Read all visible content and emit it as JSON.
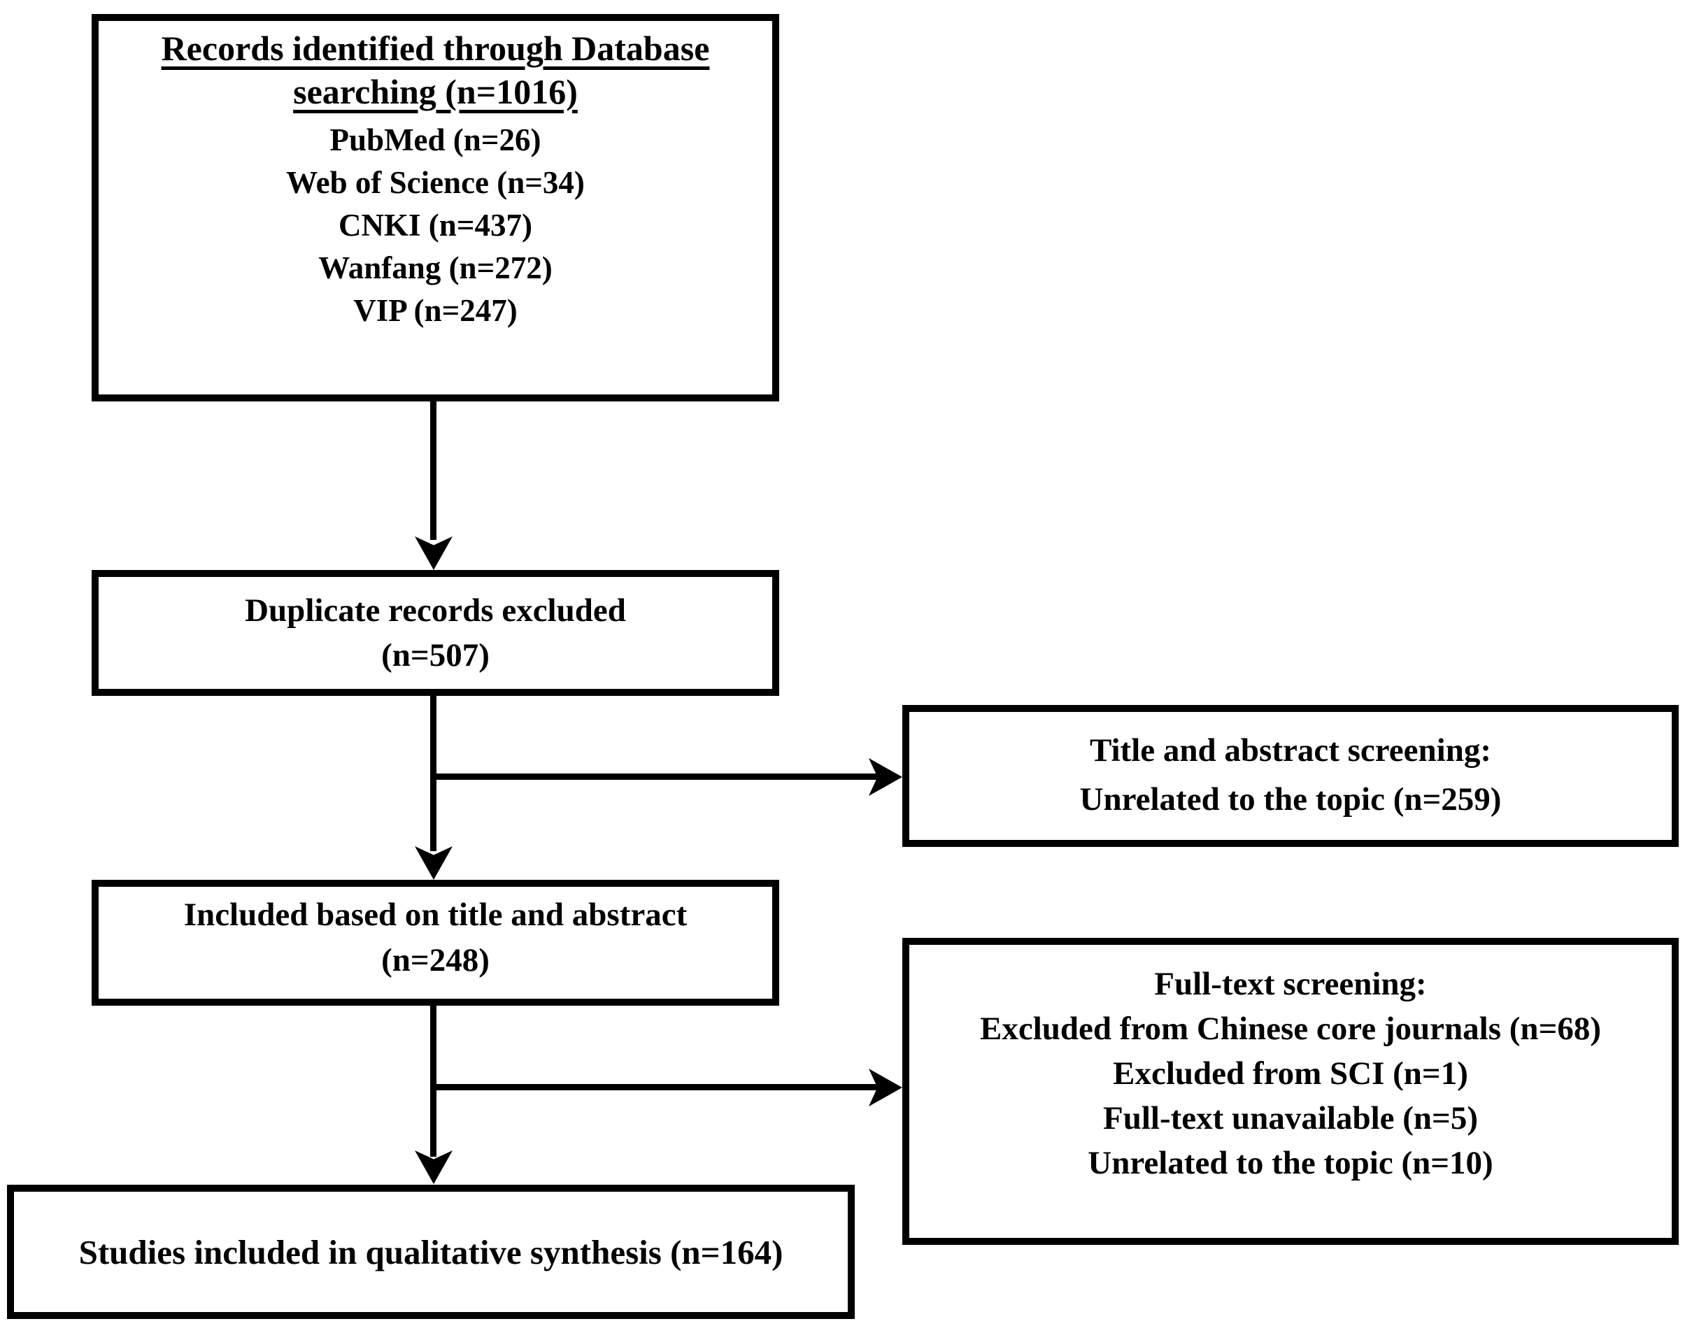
{
  "boxes": {
    "identification": {
      "title_lines": [
        "Records identified through Database",
        "searching (n=1016)"
      ],
      "items": [
        "PubMed (n=26)",
        "Web of Science (n=34)",
        "CNKI (n=437)",
        "Wanfang (n=272)",
        "VIP (n=247)"
      ]
    },
    "duplicates_excluded": {
      "lines": [
        "Duplicate records excluded",
        "(n=507)"
      ]
    },
    "title_abstract_screening": {
      "lines": [
        "Title and abstract screening:",
        "Unrelated to the topic (n=259)"
      ]
    },
    "included_title_abstract": {
      "lines": [
        "Included based on title and abstract",
        "(n=248)"
      ]
    },
    "fulltext_screening": {
      "lines": [
        "Full-text screening:",
        "Excluded from Chinese core journals (n=68)",
        "Excluded from SCI (n=1)",
        "Full-text unavailable (n=5)",
        "Unrelated to the topic (n=10)"
      ]
    },
    "qualitative_synthesis": {
      "lines": [
        "Studies included in qualitative synthesis (n=164)"
      ]
    }
  },
  "colors": {
    "ink": "#000000",
    "background": "#ffffff"
  }
}
